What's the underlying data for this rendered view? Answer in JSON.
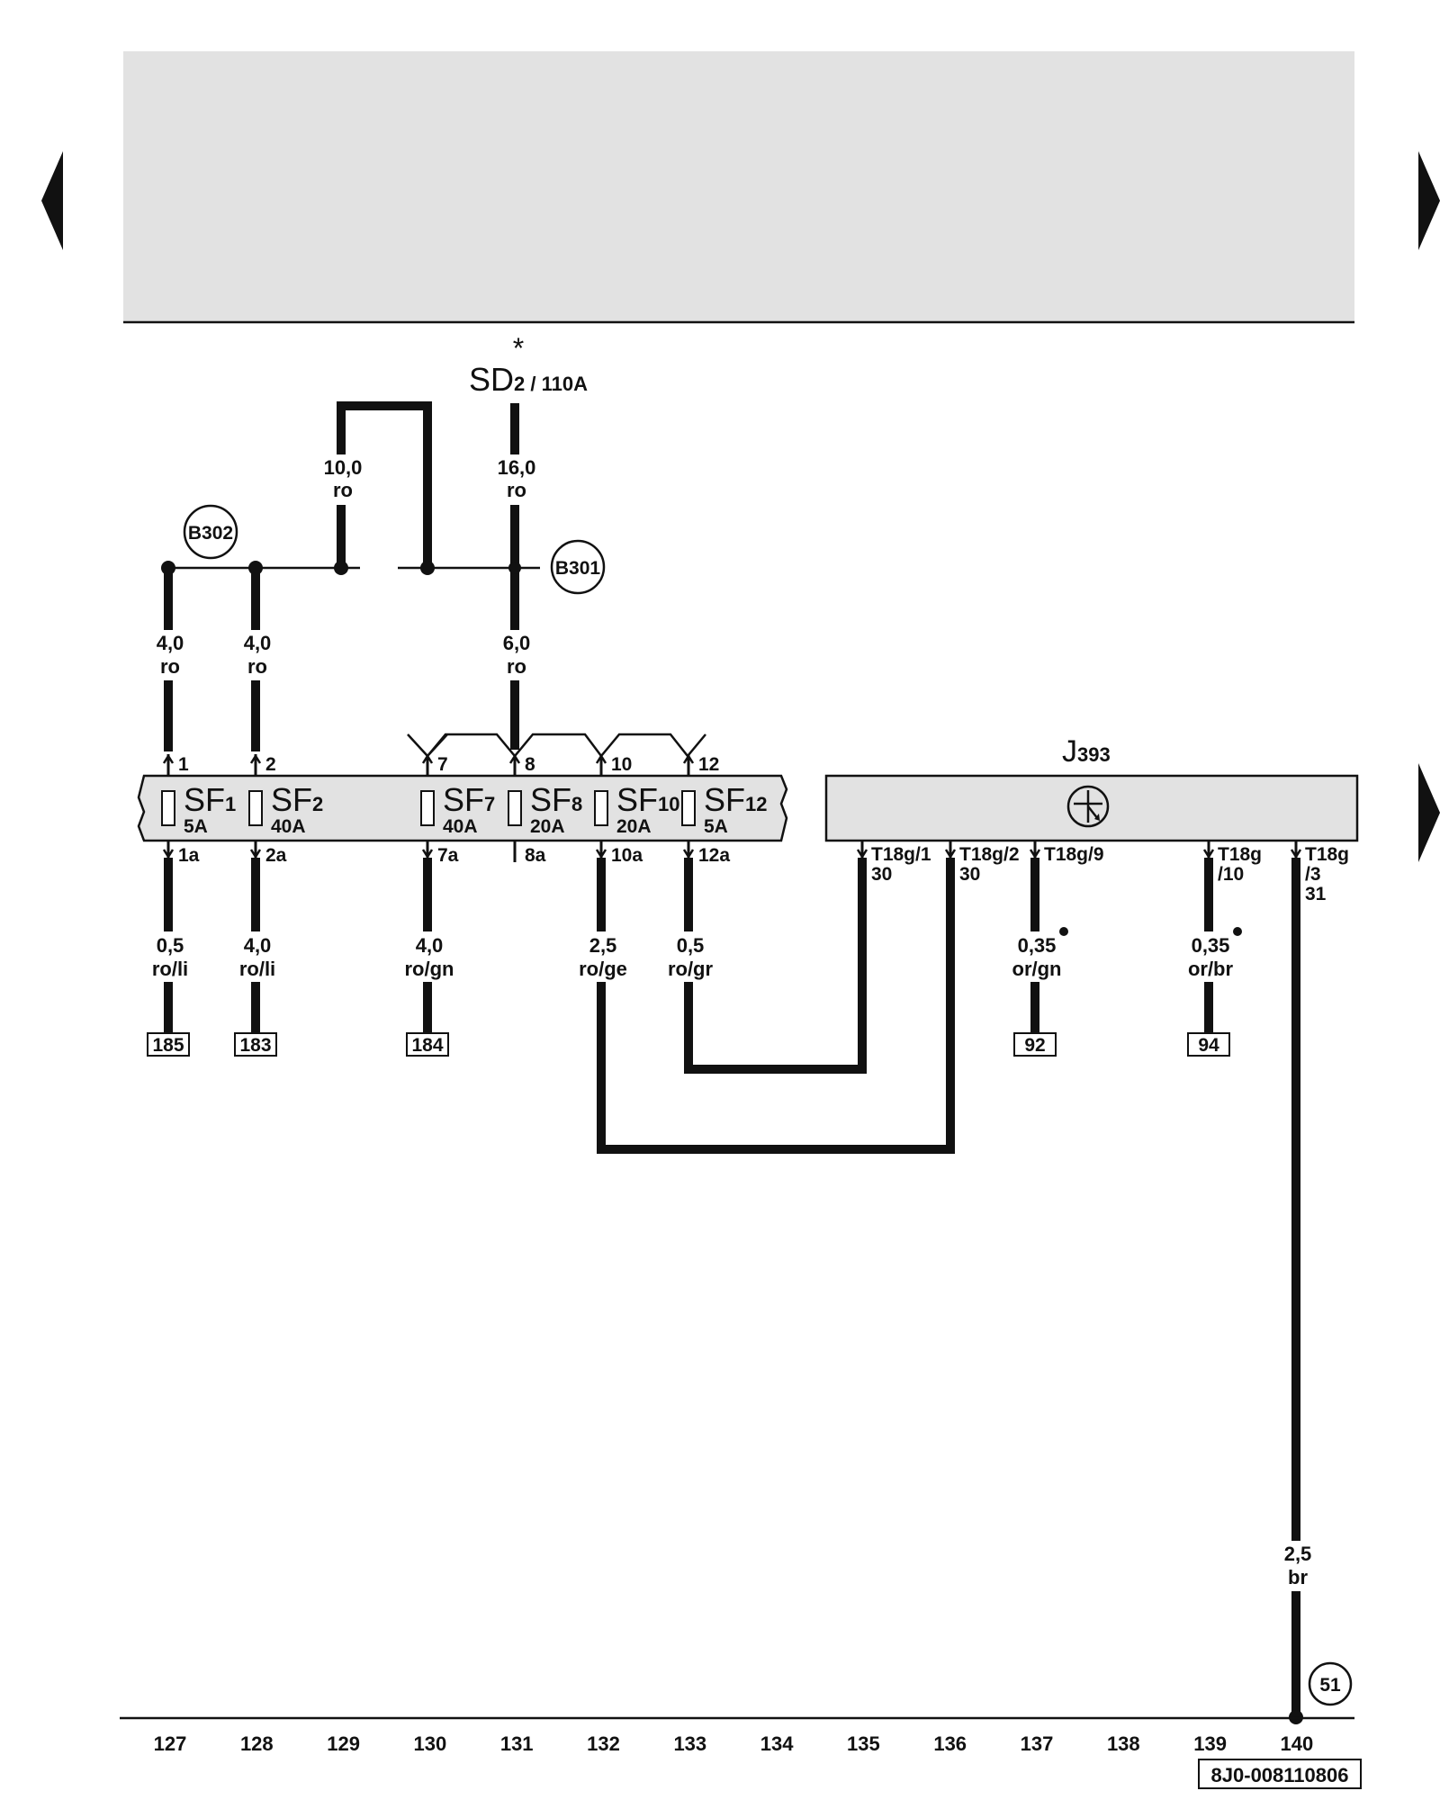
{
  "header": {
    "nav_left_icon": "triangle-left-icon",
    "nav_right_icon": "triangle-right-icon"
  },
  "supply": {
    "fuse_name": "SD",
    "fuse_sub": "2 / 110A",
    "asterisk": "*"
  },
  "connectors": {
    "b302": "B302",
    "b301": "B301",
    "ground_51": "51"
  },
  "top_wires": [
    {
      "size": "10,0",
      "color": "ro"
    },
    {
      "size": "16,0",
      "color": "ro"
    }
  ],
  "mid_wires": [
    {
      "size": "4,0",
      "color": "ro"
    },
    {
      "size": "4,0",
      "color": "ro"
    },
    {
      "size": "6,0",
      "color": "ro"
    }
  ],
  "fuses": [
    {
      "name": "SF",
      "sub": "1",
      "rating": "5A",
      "pin_in": "1",
      "pin_out": "1a"
    },
    {
      "name": "SF",
      "sub": "2",
      "rating": "40A",
      "pin_in": "2",
      "pin_out": "2a"
    },
    {
      "name": "SF",
      "sub": "7",
      "rating": "40A",
      "pin_in": "7",
      "pin_out": "7a"
    },
    {
      "name": "SF",
      "sub": "8",
      "rating": "20A",
      "pin_in": "8",
      "pin_out": "8a"
    },
    {
      "name": "SF",
      "sub": "10",
      "rating": "20A",
      "pin_in": "10",
      "pin_out": "10a"
    },
    {
      "name": "SF",
      "sub": "12",
      "rating": "5A",
      "pin_in": "12",
      "pin_out": "12a"
    }
  ],
  "lower_wires": [
    {
      "size": "0,5",
      "color": "ro/li",
      "ref": "185"
    },
    {
      "size": "4,0",
      "color": "ro/li",
      "ref": "183"
    },
    {
      "size": "4,0",
      "color": "ro/gn",
      "ref": "184"
    },
    {
      "size": "2,5",
      "color": "ro/ge",
      "ref": ""
    },
    {
      "size": "0,5",
      "color": "ro/gr",
      "ref": ""
    },
    {
      "size": "0,35",
      "color": "or/gn",
      "ref": "92"
    },
    {
      "size": "0,35",
      "color": "or/br",
      "ref": "94"
    }
  ],
  "module": {
    "name": "J",
    "sub": "393",
    "icon": "control-unit-symbol-icon",
    "pins": [
      {
        "line1": "T18g/1",
        "line2": "30"
      },
      {
        "line1": "T18g/2",
        "line2": "30"
      },
      {
        "line1": "T18g/9",
        "line2": ""
      },
      {
        "line1": "T18g",
        "line2": "/10"
      },
      {
        "line1": "T18g",
        "line2": "/3",
        "line3": "31"
      }
    ]
  },
  "ground_wire": {
    "size": "2,5",
    "color": "br"
  },
  "footer": {
    "tracks": [
      "127",
      "128",
      "129",
      "130",
      "131",
      "132",
      "133",
      "134",
      "135",
      "136",
      "137",
      "138",
      "139",
      "140"
    ],
    "doc_id": "8J0-008110806"
  }
}
